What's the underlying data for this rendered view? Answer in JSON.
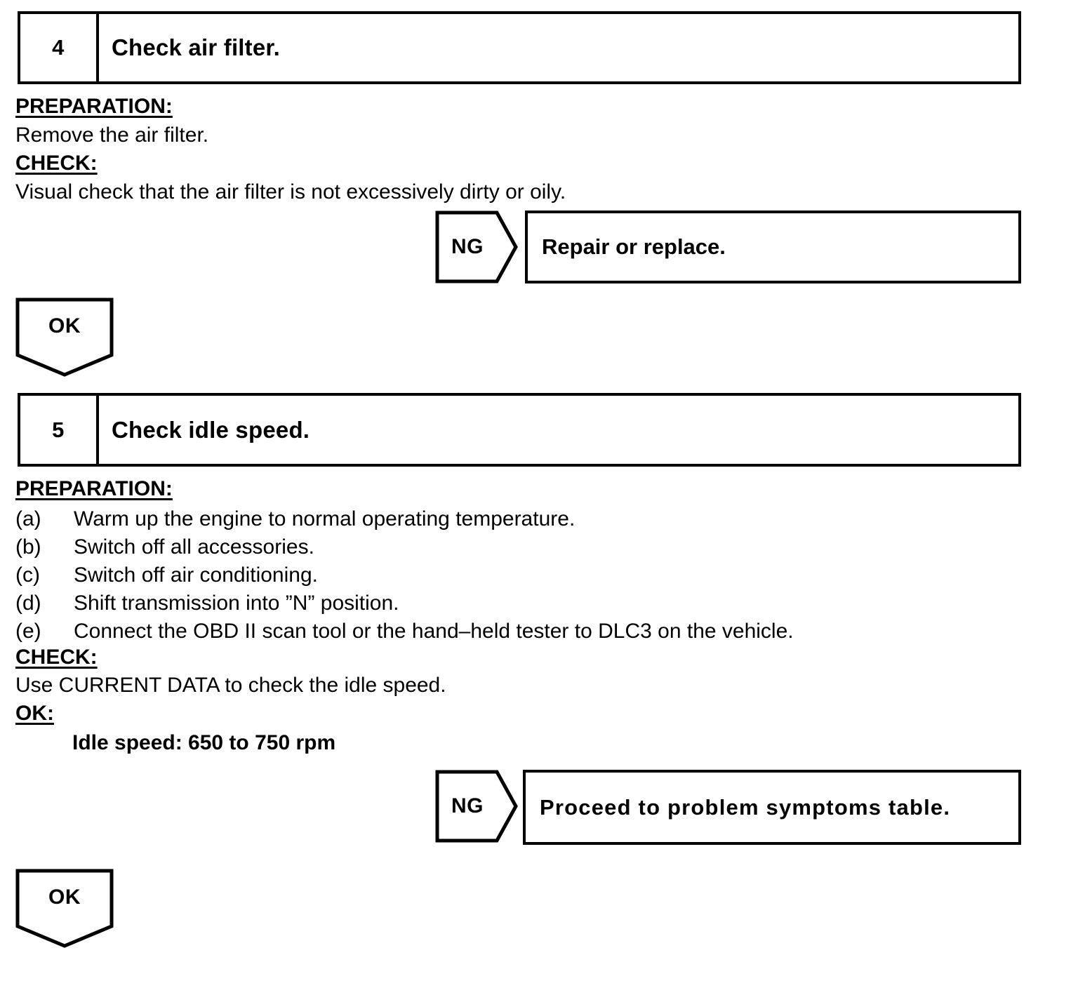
{
  "document": {
    "type": "diagnostic-flowchart",
    "ink_color": "#000000",
    "page_background": "#ffffff"
  },
  "steps": [
    {
      "number": "4",
      "title": "Check air filter.",
      "sections": [
        {
          "heading": "PREPARATION:",
          "lines": [
            "Remove the air filter."
          ]
        },
        {
          "heading": "CHECK:",
          "lines": [
            "Visual check that the air filter is not excessively dirty or oily."
          ]
        }
      ],
      "ng": {
        "label": "NG",
        "action": "Repair or replace."
      },
      "ok": {
        "label": "OK"
      }
    },
    {
      "number": "5",
      "title": "Check idle speed.",
      "sections": [
        {
          "heading": "PREPARATION:",
          "items": [
            {
              "marker": "(a)",
              "text": "Warm up the engine to normal operating temperature."
            },
            {
              "marker": "(b)",
              "text": "Switch off all accessories."
            },
            {
              "marker": "(c)",
              "text": "Switch off air conditioning."
            },
            {
              "marker": "(d)",
              "text": "Shift transmission into ”N” position."
            },
            {
              "marker": "(e)",
              "text": "Connect the OBD II scan tool or the hand–held tester to DLC3 on the vehicle."
            }
          ]
        },
        {
          "heading": "CHECK:",
          "lines": [
            "Use CURRENT DATA to check the idle speed."
          ]
        },
        {
          "heading": "OK:",
          "spec": "Idle speed: 650 to 750 rpm"
        }
      ],
      "ng": {
        "label": "NG",
        "action": "Proceed  to  problem  symptoms  table."
      },
      "ok": {
        "label": "OK"
      }
    }
  ]
}
